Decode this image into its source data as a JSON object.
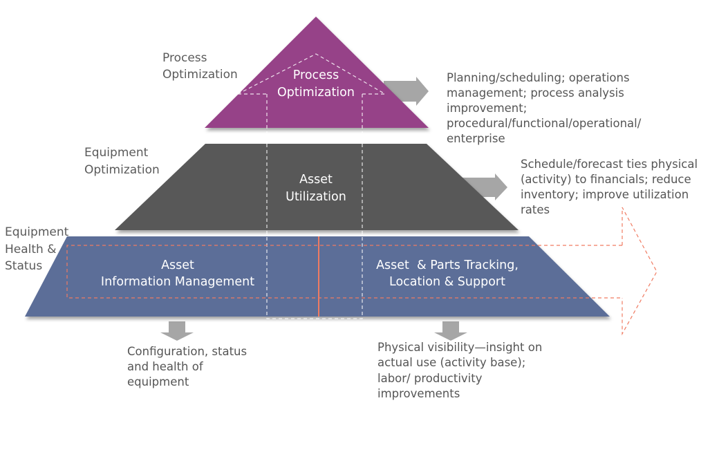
{
  "levels": {
    "top": {
      "side_label": [
        "Process",
        "Optimization"
      ],
      "inner_label": [
        "Process",
        "Optimization"
      ],
      "description": [
        "Planning/scheduling; operations",
        "management; process analysis",
        "improvement;",
        "procedural/functional/operational/",
        "enterprise"
      ]
    },
    "middle": {
      "side_label": [
        "Equipment",
        "Optimization"
      ],
      "inner_label": [
        "Asset",
        "Utilization"
      ],
      "description": [
        "Schedule/forecast ties physical",
        "(activity) to financials; reduce",
        "inventory; improve utilization",
        "rates"
      ]
    },
    "bottom": {
      "side_label": [
        "Equipment",
        "Health &",
        "Status"
      ],
      "left": {
        "inner_label": [
          "Asset",
          "Information Management"
        ],
        "description": [
          "Configuration, status",
          "and health of",
          "equipment"
        ]
      },
      "right": {
        "inner_label": [
          "Asset  & Parts Tracking,",
          "Location & Support"
        ],
        "description": [
          "Physical visibility—insight on",
          "actual use (activity base);",
          "labor/ productivity",
          "improvements"
        ]
      }
    }
  },
  "colors": {
    "top": "#964388",
    "middle": "#595959",
    "bottom": "#5b6e98",
    "accent": "#f07b62",
    "arrow": "#a6a6a6"
  }
}
